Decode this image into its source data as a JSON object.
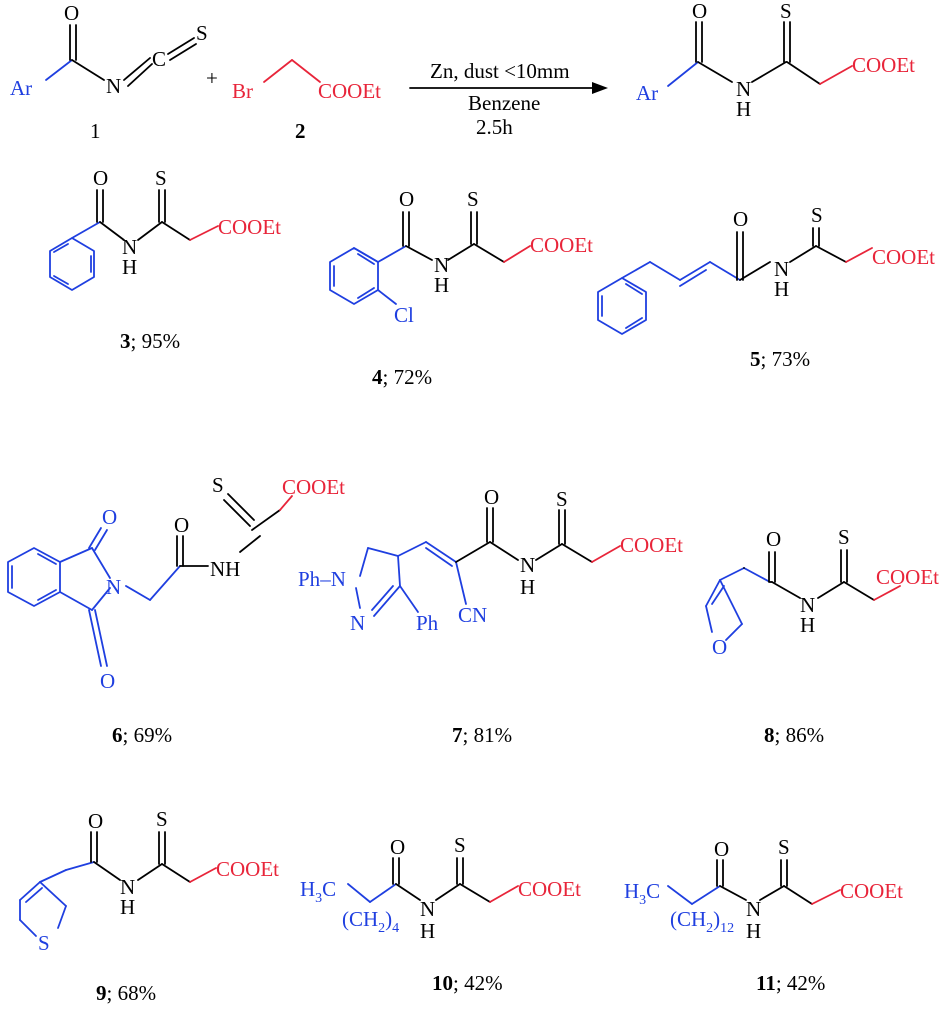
{
  "colors": {
    "core": "#000000",
    "acyl": "#1f3fe0",
    "ester": "#e8253a"
  },
  "reaction": {
    "reactant1": {
      "ar": "Ar",
      "o": "O",
      "n": "N",
      "c": "C",
      "s": "S",
      "label": "1"
    },
    "plus": "+",
    "reactant2": {
      "br": "Br",
      "ester": "COOEt",
      "label": "2"
    },
    "conditions": {
      "line1": "Zn, dust <10mm",
      "line2": "Benzene",
      "line3": "2.5h"
    },
    "product": {
      "ar": "Ar",
      "o": "O",
      "s": "S",
      "nh_n": "N",
      "nh_h": "H",
      "ester": "COOEt"
    }
  },
  "common": {
    "o": "O",
    "s": "S",
    "n": "N",
    "h": "H",
    "ester": "COOEt"
  },
  "compounds": [
    {
      "id": "3",
      "yield": "; 95%"
    },
    {
      "id": "4",
      "yield": "; 72%",
      "substituent": "Cl"
    },
    {
      "id": "5",
      "yield": "; 73%"
    },
    {
      "id": "6",
      "yield": "; 69%",
      "ring_o1": "O",
      "ring_o2": "O",
      "ring_n": "N",
      "nh": "NH"
    },
    {
      "id": "7",
      "yield": "; 81%",
      "ph1": "Ph",
      "ph2": "Ph",
      "n1": "N",
      "n2": "N",
      "cn": "CN"
    },
    {
      "id": "8",
      "yield": "; 86%",
      "ring_o": "O"
    },
    {
      "id": "9",
      "yield": "; 68%",
      "ring_s": "S"
    },
    {
      "id": "10",
      "yield": "; 42%",
      "h3c": "H",
      "h3c_sub": "3",
      "h3c_c": "C",
      "chain": "(CH",
      "chain_sub": "2",
      "chain_close": ")",
      "chain_n": "4"
    },
    {
      "id": "11",
      "yield": "; 42%",
      "h3c": "H",
      "h3c_sub": "3",
      "h3c_c": "C",
      "chain": "(CH",
      "chain_sub": "2",
      "chain_close": ")",
      "chain_n": "12"
    }
  ]
}
